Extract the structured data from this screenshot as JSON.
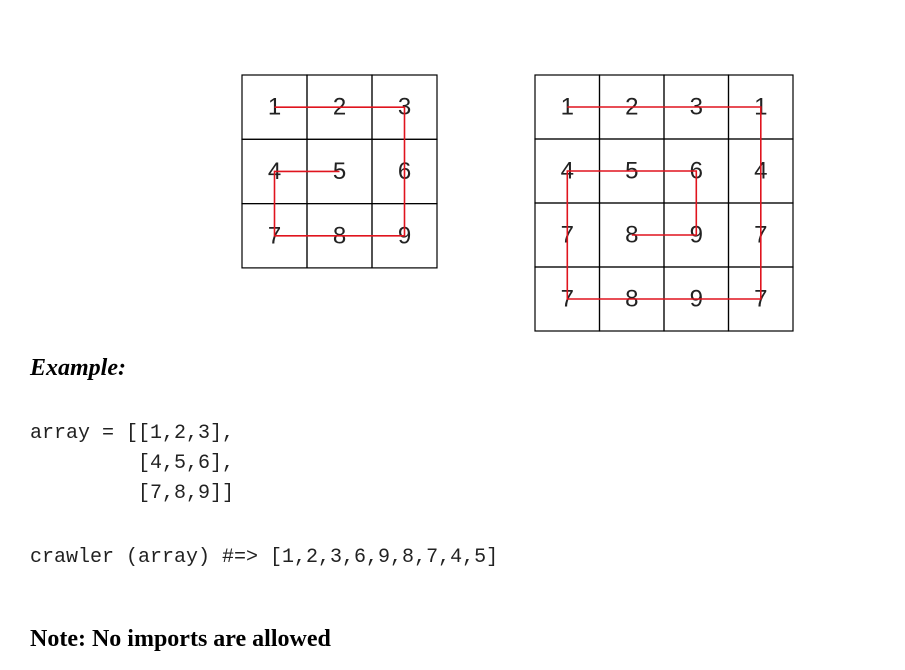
{
  "grids": [
    {
      "rows": [
        [
          "1",
          "2",
          "3"
        ],
        [
          "4",
          "5",
          "6"
        ],
        [
          "7",
          "8",
          "9"
        ]
      ],
      "path": [
        [
          0,
          0
        ],
        [
          0,
          1
        ],
        [
          0,
          2
        ],
        [
          1,
          2
        ],
        [
          2,
          2
        ],
        [
          2,
          1
        ],
        [
          2,
          0
        ],
        [
          1,
          0
        ],
        [
          1,
          1
        ]
      ]
    },
    {
      "rows": [
        [
          "1",
          "2",
          "3",
          "1"
        ],
        [
          "4",
          "5",
          "6",
          "4"
        ],
        [
          "7",
          "8",
          "9",
          "7"
        ],
        [
          "7",
          "8",
          "9",
          "7"
        ]
      ],
      "path": [
        [
          0,
          0
        ],
        [
          0,
          1
        ],
        [
          0,
          2
        ],
        [
          0,
          3
        ],
        [
          1,
          3
        ],
        [
          2,
          3
        ],
        [
          3,
          3
        ],
        [
          3,
          2
        ],
        [
          3,
          1
        ],
        [
          3,
          0
        ],
        [
          2,
          0
        ],
        [
          1,
          0
        ],
        [
          1,
          1
        ],
        [
          1,
          2
        ],
        [
          2,
          2
        ],
        [
          2,
          1
        ]
      ]
    }
  ],
  "colors": {
    "grid_line": "#000000",
    "path": "#e0141e"
  },
  "example": {
    "heading": "Example:",
    "code_lines": [
      "array = [[1,2,3],",
      "         [4,5,6],",
      "         [7,8,9]]",
      "crawler (array) #=> [1,2,3,6,9,8,7,4,5]"
    ]
  },
  "note": "Note: No imports are allowed"
}
